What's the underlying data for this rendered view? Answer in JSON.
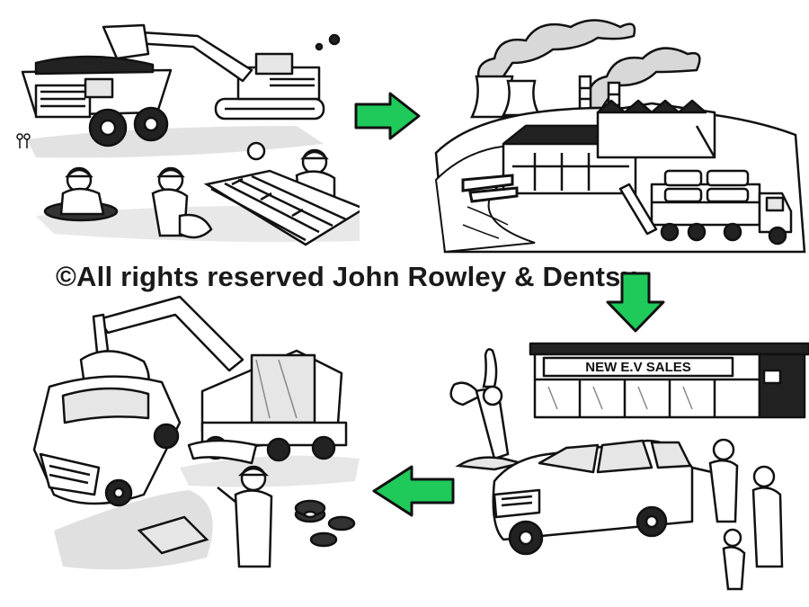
{
  "watermark": {
    "text": "©All rights reserved John Rowley & Dentsu"
  },
  "dealership": {
    "sign_text": "NEW E.V SALES"
  },
  "colors": {
    "arrow": "#1fc95a",
    "ink": "#111111",
    "shadow": "#dcdcdc",
    "glass": "#e6e6e6"
  },
  "panels": [
    "mining",
    "factory",
    "dealership",
    "scrapyard"
  ],
  "arrows": [
    "right",
    "down",
    "left"
  ]
}
